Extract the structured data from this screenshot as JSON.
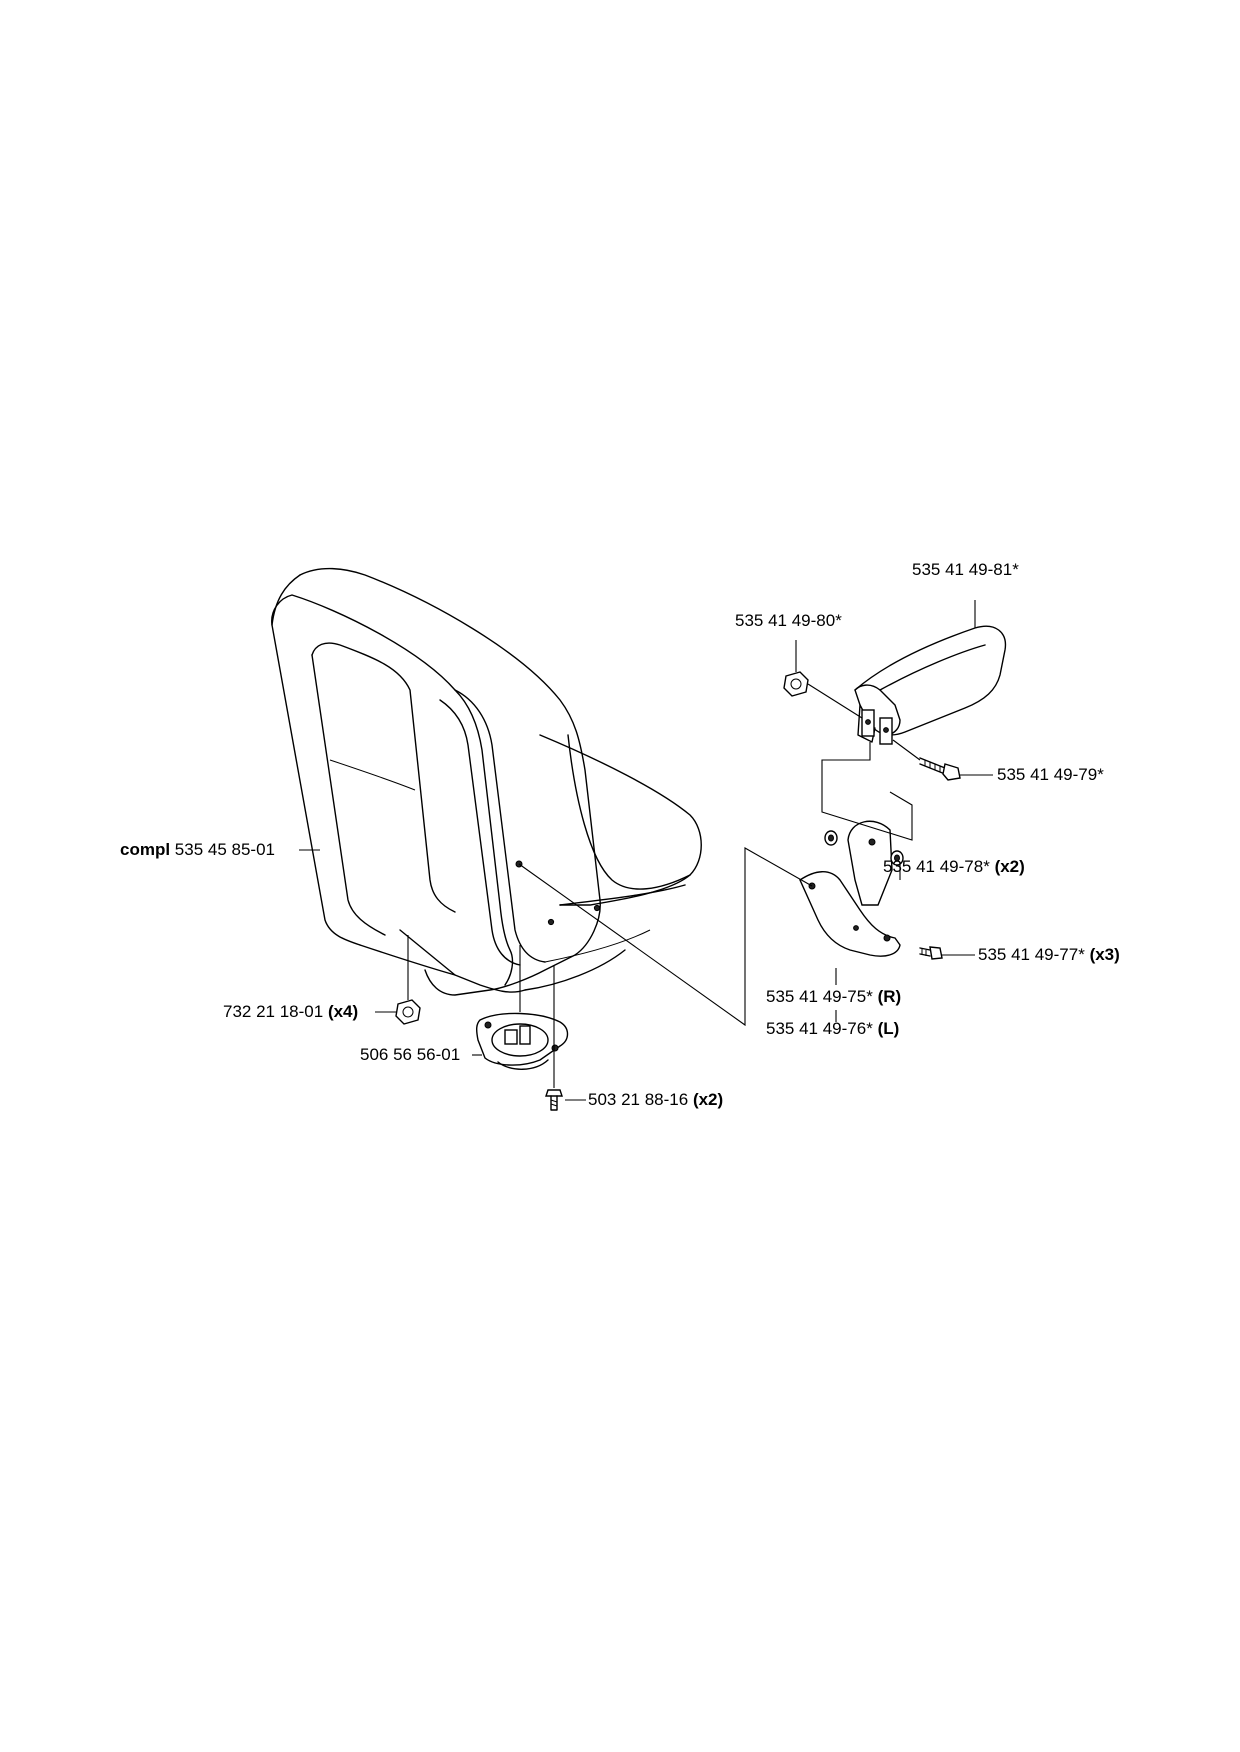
{
  "labels": {
    "armrest_pad": {
      "part": "535 41 49-81*",
      "qty": ""
    },
    "nut_armrest": {
      "part": "535 41 49-80*",
      "qty": ""
    },
    "bolt_armrest": {
      "part": "535 41 49-79*",
      "qty": ""
    },
    "washer": {
      "part": "535 41 49-78*",
      "qty": "(x2)"
    },
    "screw_bracket": {
      "part": "535 41 49-77*",
      "qty": "(x3)"
    },
    "bracket_right": {
      "part": "535 41 49-75*",
      "qty": "(R)"
    },
    "bracket_left": {
      "part": "535 41 49-76*",
      "qty": "(L)"
    },
    "seat_complete": {
      "prefix": "compl",
      "part": "535 45 85-01"
    },
    "nut_seat": {
      "part": "732 21 18-01",
      "qty": "(x4)"
    },
    "switch_plate": {
      "part": "506 56 56-01"
    },
    "screw_switch": {
      "part": "503 21 88-16",
      "qty": "(x2)"
    }
  }
}
